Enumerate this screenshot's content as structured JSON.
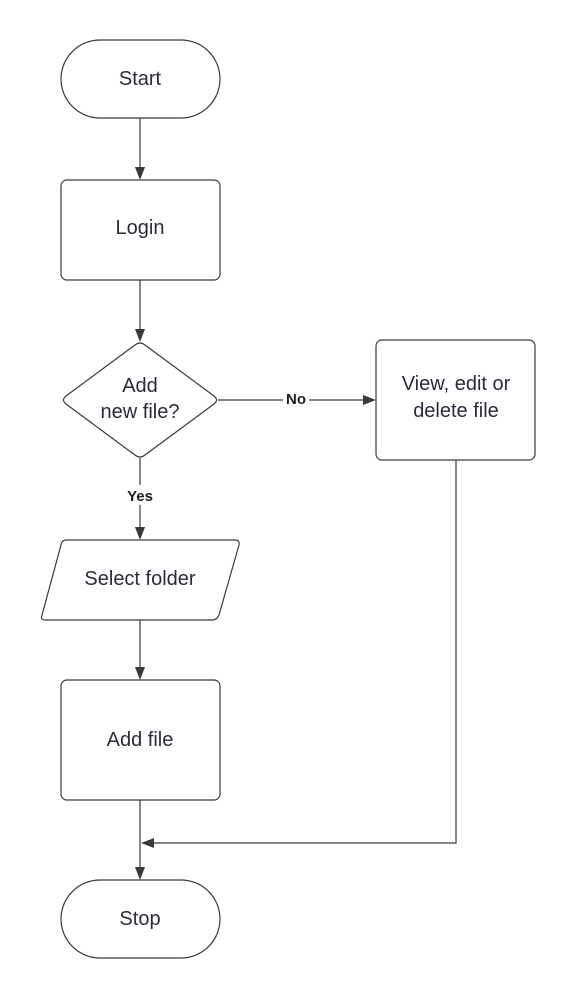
{
  "nodes": {
    "start": {
      "label": "Start"
    },
    "login": {
      "label": "Login"
    },
    "decision": {
      "label": [
        "Add",
        "new file?"
      ]
    },
    "view_edit": {
      "label": [
        "View, edit or",
        "delete file"
      ]
    },
    "select_folder": {
      "label": "Select folder"
    },
    "add_file": {
      "label": "Add file"
    },
    "stop": {
      "label": "Stop"
    }
  },
  "edges": {
    "no_label": "No",
    "yes_label": "Yes"
  },
  "colors": {
    "stroke": "#3a3a3a",
    "text": "#2b2b3a",
    "background": "#ffffff"
  }
}
